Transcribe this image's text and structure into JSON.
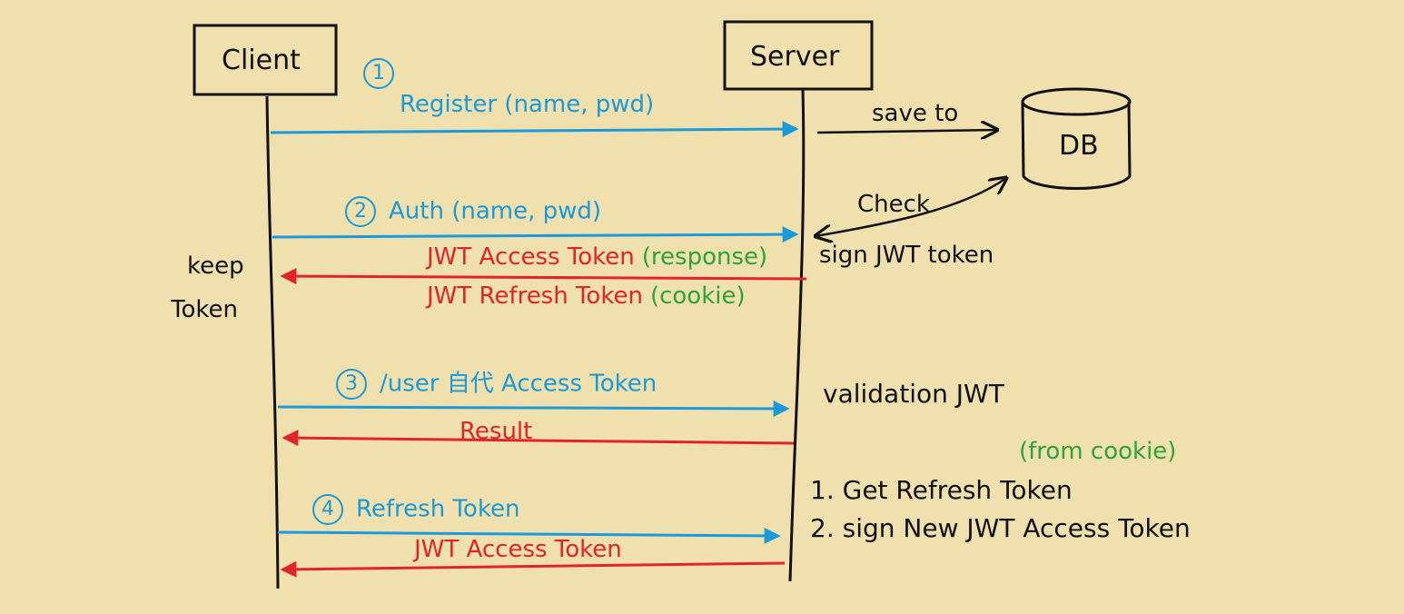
{
  "actors": {
    "client": "Client",
    "server": "Server",
    "db": "DB"
  },
  "steps": [
    {
      "number": "1",
      "label": "Register (name, pwd)"
    },
    {
      "number": "2",
      "label": "Auth (name, pwd)"
    },
    {
      "number": "3",
      "label": "/user 自代 Access Token"
    },
    {
      "number": "4",
      "label": "Refresh Token"
    }
  ],
  "messages": {
    "save_to": "save to",
    "check": "Check",
    "sign_jwt_token": "sign JWT token",
    "jwt_access_token": "JWT Access Token",
    "response": "(response)",
    "jwt_refresh_token": "JWT Refresh Token",
    "cookie": "(cookie)",
    "validation_jwt": "validation JWT",
    "result": "Result",
    "from_cookie": "(from cookie)",
    "get_refresh_token": "1. Get Refresh Token",
    "sign_new_token": "2. sign New JWT Access Token",
    "jwt_access_token_2": "JWT Access Token"
  },
  "side_notes": {
    "keep": "keep",
    "token": "Token"
  },
  "colors": {
    "background": "#efe0ad",
    "request": "#1a9ad8",
    "response": "#e0242a",
    "note": "#2ea33a",
    "ink": "#111111"
  }
}
